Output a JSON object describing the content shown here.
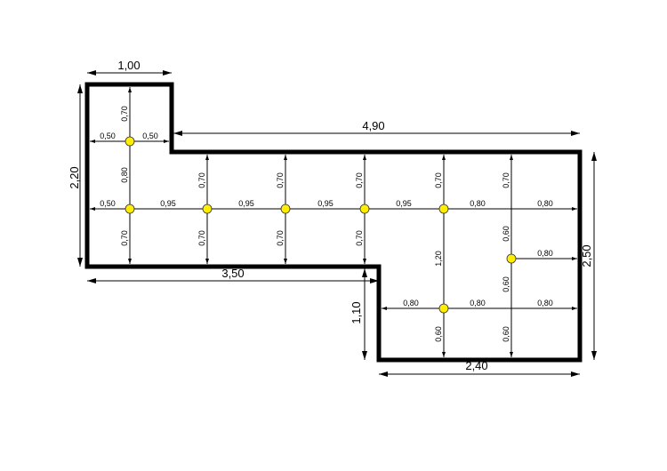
{
  "colors": {
    "wall": "#000000",
    "point": "#ffee00"
  },
  "overall_dims": {
    "top_width": "1,00",
    "left_height": "2,20",
    "upper_width": "4,90",
    "lower_left_width": "3,50",
    "step_height": "1,10",
    "right_height": "2,50",
    "bottom_width": "2,40"
  },
  "spacing_labels": {
    "c1_top": "0,70",
    "c1_mid": "0,80",
    "c1_bot": "0,70",
    "r0_left": "0,50",
    "r0_right": "0,50",
    "c2_top": "0,70",
    "c2_bot": "0,70",
    "c3_top": "0,70",
    "c3_bot": "0,70",
    "c4_top": "0,70",
    "c4_bot": "0,70",
    "c5_top": "0,70",
    "c5_mid": "1,20",
    "c5_bot": "0,60",
    "c6_top": "0,70",
    "c6_a": "0,60",
    "c6_b": "0,60",
    "c6_bot": "0,60",
    "r1_a": "0,50",
    "r1_b": "0,95",
    "r1_c": "0,95",
    "r1_d": "0,95",
    "r1_e": "0,95",
    "r1_f": "0,80",
    "r1_g": "0,80",
    "r2_a": "0,80",
    "r3_a": "0,80",
    "r3_b": "0,80",
    "r3_c": "0,80"
  }
}
